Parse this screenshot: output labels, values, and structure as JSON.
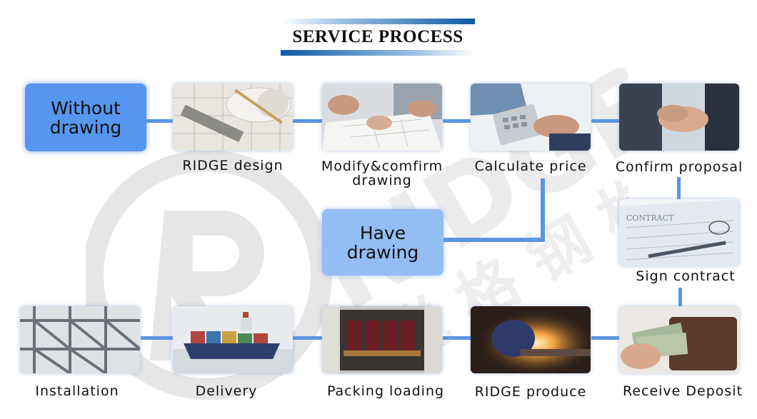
{
  "title": "SERVICE PROCESS",
  "start_without": "Without drawing",
  "start_have": "Have drawing",
  "steps": {
    "ridge_design": "RIDGE design",
    "modify_confirm_1": "Modify&comfirm",
    "modify_confirm_2": "drawing",
    "calculate_price": "Calculate price",
    "confirm_proposal": "Confirm proposal",
    "sign_contract": "Sign contract",
    "receive_deposit": "Receive Deposit",
    "ridge_produce": "RIDGE produce",
    "packing_loading": "Packing loading",
    "delivery": "Delivery",
    "installation": "Installation"
  },
  "images": {
    "ridge_design": "blueprint-ruler-pencil-photo",
    "modify_confirm": "hands-on-drawing-photo",
    "calculate_price": "calculator-laptop-photo",
    "confirm_proposal": "handshake-photo",
    "sign_contract": "contract-pen-photo",
    "receive_deposit": "wallet-money-photo",
    "ridge_produce": "welding-photo",
    "packing_loading": "container-loading-photo",
    "delivery": "container-ship-photo",
    "installation": "steel-structure-photo"
  },
  "watermark": "RIDGE 锐格钢构",
  "colors": {
    "connector": "#5a95e2",
    "start_button": "#5796ef",
    "have_button": "#94bdf4",
    "title_accent": "#0d5aa5"
  }
}
